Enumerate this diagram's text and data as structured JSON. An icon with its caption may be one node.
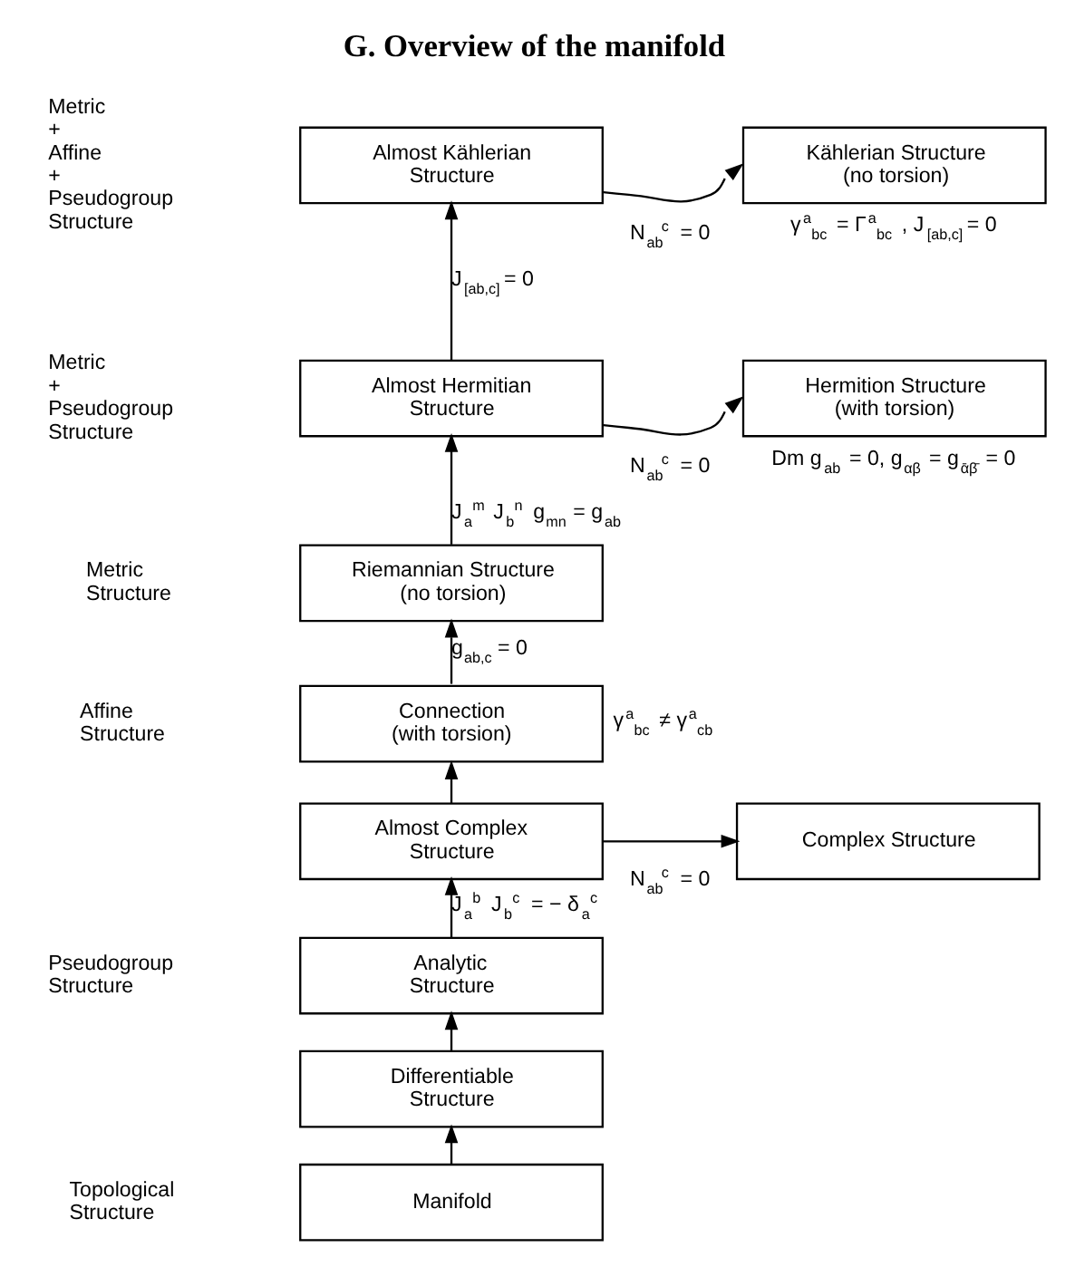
{
  "diagram": {
    "title": "G. Overview of the manifold",
    "nodes": [
      {
        "text": [
          "Almost Kählerian Structure"
        ]
      },
      {
        "text": [
          "Kählerian Structure (no torsion)"
        ],
        "beside": [
          "γ$^{a}$$_{bc}$ = Γ$^{a}$$_{bc}$ , J$_{[ab,c]}$ = 0"
        ]
      },
      {
        "text": [
          "Almost Hermitian Structure"
        ]
      },
      {
        "text": [
          "Hermition Structure (with torsion)"
        ],
        "beside": [
          "Dm g$_{ab}$ = 0, g$_{αβ}$ = g$_{ᾱβ̄}$ = 0"
        ]
      },
      {
        "text": [
          "Riemannian Structure (no torsion)"
        ]
      },
      {
        "text": [
          "Connection (with torsion)"
        ],
        "beside": [
          "γ$^{a}$$_{bc}$ ≠ γ$^{a}$$_{cb}$"
        ]
      },
      {
        "text": [
          "Almost Complex Structure"
        ]
      },
      {
        "text": [
          "Complex Structure"
        ]
      },
      {
        "text": [
          "Analytic Structure"
        ]
      },
      {
        "text": [
          "Differentiable Structure"
        ]
      },
      {
        "text": [
          "Manifold"
        ]
      }
    ],
    "edges": [
      {
        "from": 0,
        "to": 1,
        "arrow": "to",
        "label": "N$_{ab}$$^{c}$ = 0"
      },
      {
        "from": 2,
        "to": 0,
        "arrow": "to",
        "label": "J$_{[ab,c]}$ = 0"
      },
      {
        "from": 2,
        "to": 3,
        "arrow": "to",
        "label": "N$_{ab}$$^{c}$ = 0"
      },
      {
        "from": 4,
        "to": 2,
        "arrow": "to",
        "label": "J$_{a}$$^{m}$ J$_{b}$$^{n}$ g$_{mn}$ = g$_{ab}$"
      },
      {
        "from": 5,
        "to": 4,
        "arrow": "to",
        "label": "g$_{ab,c}$ = 0"
      },
      {
        "from": 6,
        "to": 5,
        "arrow": "to"
      },
      {
        "from": 6,
        "to": 7,
        "arrow": "to",
        "label": "N$_{ab}$$^{c}$ = 0"
      },
      {
        "from": 8,
        "to": 6,
        "arrow": "to",
        "label": "J$_{a}$$^{b}$ J$_{b}$$^{c}$ = − δ$_{a}$$^{c}$"
      },
      {
        "from": 9,
        "to": 8,
        "arrow": "to"
      },
      {
        "from": 10,
        "to": 9,
        "arrow": "to"
      }
    ],
    "labels": [
      "Metric + Affine + Pseudogroup Structure",
      "Metric + Pseudogroup Structure",
      "Metric Structure",
      "Affine Structure",
      "Pseudogroup Structure",
      "Topological Structure"
    ]
  }
}
